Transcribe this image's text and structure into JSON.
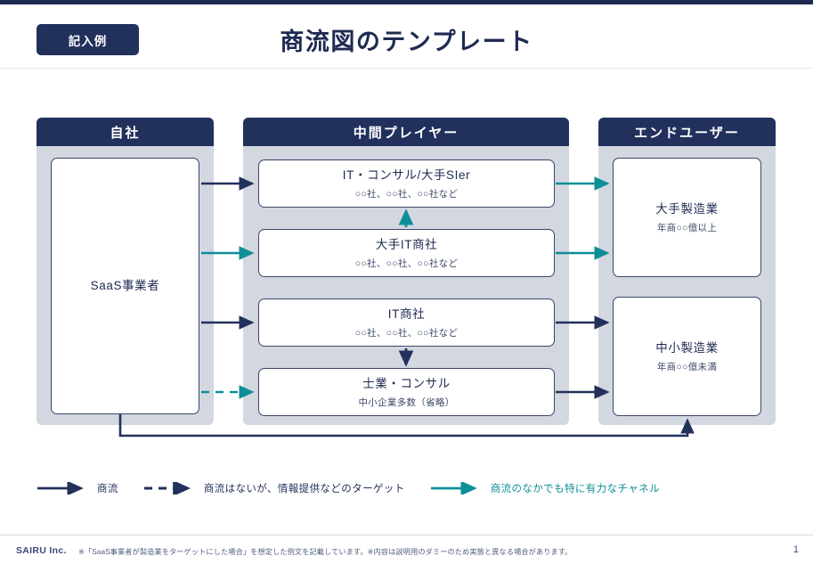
{
  "header": {
    "badge_label": "記入例",
    "title": "商流図のテンプレート"
  },
  "colors": {
    "navy": "#22305c",
    "panel": "#d2d7e0",
    "teal": "#0d8f97",
    "white": "#ffffff"
  },
  "diagram": {
    "columns": [
      {
        "id": "own",
        "header": "自社",
        "nodes": [
          {
            "title": "SaaS事業者",
            "subtitle": ""
          }
        ]
      },
      {
        "id": "middle",
        "header": "中間プレイヤー",
        "nodes": [
          {
            "title": "IT・コンサル/大手SIer",
            "subtitle": "○○社、○○社、○○社など"
          },
          {
            "title": "大手IT商社",
            "subtitle": "○○社、○○社、○○社など"
          },
          {
            "title": "IT商社",
            "subtitle": "○○社、○○社、○○社など"
          },
          {
            "title": "士業・コンサル",
            "subtitle": "中小企業多数（省略）"
          }
        ]
      },
      {
        "id": "end",
        "header": "エンドユーザー",
        "nodes": [
          {
            "title": "大手製造業",
            "subtitle": "年商○○億以上"
          },
          {
            "title": "中小製造業",
            "subtitle": "年商○○億未満"
          }
        ]
      }
    ],
    "connections": [
      {
        "from": "SaaS事業者",
        "to": "IT・コンサル/大手SIer",
        "style": "solid-navy"
      },
      {
        "from": "SaaS事業者",
        "to": "大手IT商社",
        "style": "solid-teal"
      },
      {
        "from": "SaaS事業者",
        "to": "IT商社",
        "style": "solid-navy"
      },
      {
        "from": "SaaS事業者",
        "to": "士業・コンサル",
        "style": "dashed-teal"
      },
      {
        "from": "大手IT商社",
        "to": "IT・コンサル/大手SIer",
        "style": "solid-teal"
      },
      {
        "from": "IT商社",
        "to": "士業・コンサル",
        "style": "solid-navy"
      },
      {
        "from": "IT・コンサル/大手SIer",
        "to": "大手製造業",
        "style": "solid-teal"
      },
      {
        "from": "大手IT商社",
        "to": "大手製造業",
        "style": "solid-teal"
      },
      {
        "from": "IT商社",
        "to": "中小製造業",
        "style": "solid-navy"
      },
      {
        "from": "士業・コンサル",
        "to": "中小製造業",
        "style": "solid-navy"
      },
      {
        "from": "SaaS事業者",
        "to": "中小製造業",
        "style": "solid-navy-routed"
      }
    ]
  },
  "legend": [
    {
      "label": "商流",
      "style": "solid-navy"
    },
    {
      "label": "商流はないが、情報提供などのターゲット",
      "style": "dashed-navy"
    },
    {
      "label": "商流のなかでも特に有力なチャネル",
      "style": "solid-teal"
    }
  ],
  "footer": {
    "brand": "SAIRU Inc.",
    "note": "※「SaaS事業者が製造業をターゲットにした場合」を想定した例文を記載しています。※内容は説明用のダミーのため実態と異なる場合があります。",
    "page_number": "1"
  }
}
